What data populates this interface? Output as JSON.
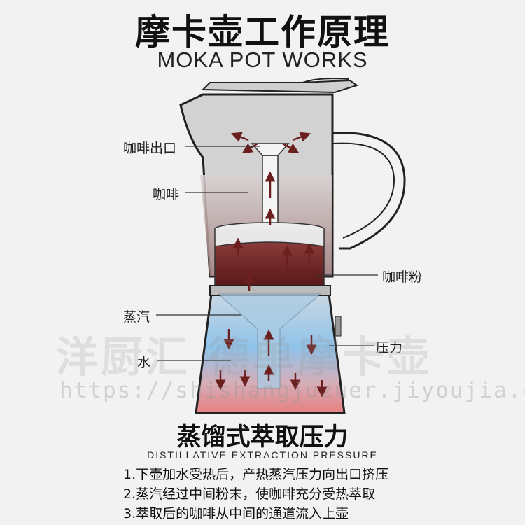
{
  "title": {
    "cn": "摩卡壶工作原理",
    "en": "MOKA POT WORKS"
  },
  "labels": {
    "outlet": "咖啡出口",
    "coffee": "咖啡",
    "grounds": "咖啡粉",
    "steam": "蒸汽",
    "water": "水",
    "pressure": "压力"
  },
  "watermark": {
    "brand": "洋厨汇 德单摩卡壶",
    "url": "https://shishangjuzuer.jiyoujia.com/"
  },
  "subtitle": {
    "cn": "蒸馏式萃取压力",
    "en": "DISTILLATIVE EXTRACTION PRESSURE"
  },
  "steps": [
    "1.下壶加水受热后，产热蒸汽压力向出口挤压",
    "2.蒸汽经过中间粉末，使咖啡充分受热萃取",
    "3.萃取后的咖啡从中间的通道流入上壶"
  ],
  "colors": {
    "coffee": "#6b1f1f",
    "arrow": "#6b1f1f",
    "water_top": "#9cc9e8",
    "water_bottom": "#e48c8c"
  }
}
